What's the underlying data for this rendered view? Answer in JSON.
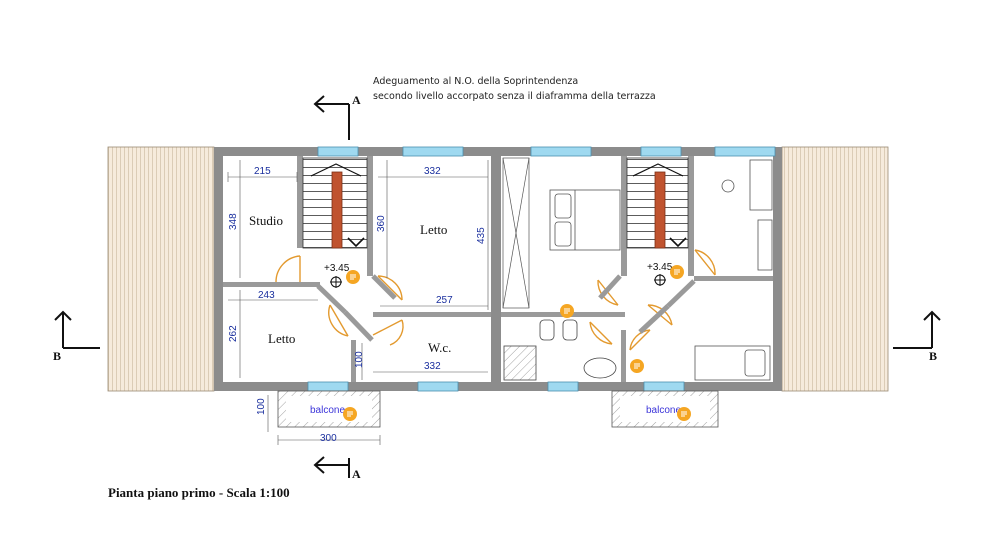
{
  "notes": {
    "line1": "Adeguamento al N.O. della Soprintendenza",
    "line2": "secondo livello accorpato senza il diaframma della terrazza"
  },
  "caption": "Pianta piano primo - Scala 1:100",
  "rooms": {
    "studio": "Studio",
    "letto_a": "Letto",
    "letto_b": "Letto",
    "wc": "W.c.",
    "balcone_left": "balcone",
    "balcone_right": "balcone"
  },
  "levels": {
    "left": "+3.45",
    "right": "+3.45"
  },
  "dimensions": {
    "studio_w": "215",
    "studio_h": "348",
    "letto_top_w": "332",
    "letto_top_h_inner": "360",
    "letto_top_h": "435",
    "letto_left_w": "243",
    "letto_left_h": "262",
    "hall_w": "257",
    "wc_door": "100",
    "wc_w": "332",
    "balc_depth": "100",
    "balc_w": "300"
  },
  "section_labels": {
    "a_top": "A",
    "a_bottom": "A",
    "b_left": "B",
    "b_right": "B"
  },
  "colors": {
    "wall": "#8c8c8c",
    "window": "#9fd9f0",
    "stair": "#c0532f",
    "door": "#e39a2f",
    "marker": "#f5a623",
    "terrace": "#f6ebdc",
    "dimension_text": "#1a2f9e"
  }
}
